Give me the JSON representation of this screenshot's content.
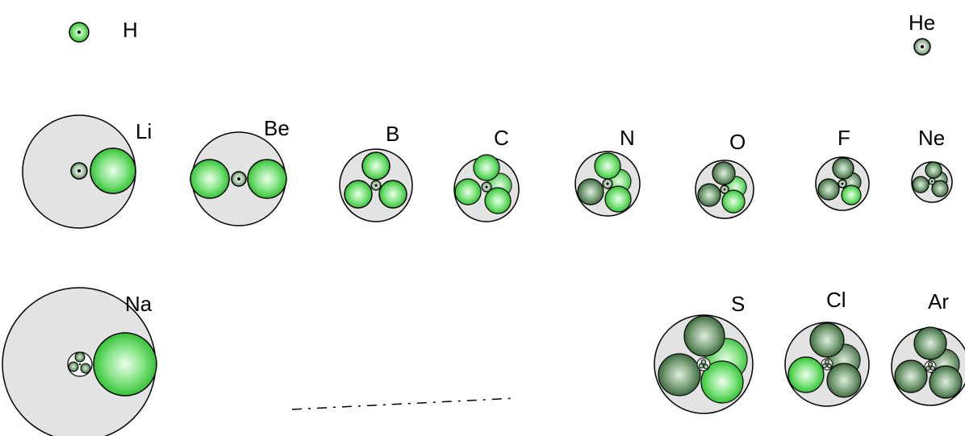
{
  "elements": {
    "H": "H",
    "He": "He",
    "Li": "Li",
    "Be": "Be",
    "B": "B",
    "C": "C",
    "N": "N",
    "O": "O",
    "F": "F",
    "Ne": "Ne",
    "Na": "Na",
    "S": "S",
    "Cl": "Cl",
    "Ar": "Ar"
  },
  "colors": {
    "shell_fill": "#e3e3e3",
    "bright_lobe": "#3ad23a",
    "dark_lobe": "#4a7a4a",
    "core": "#6b8f6b"
  }
}
